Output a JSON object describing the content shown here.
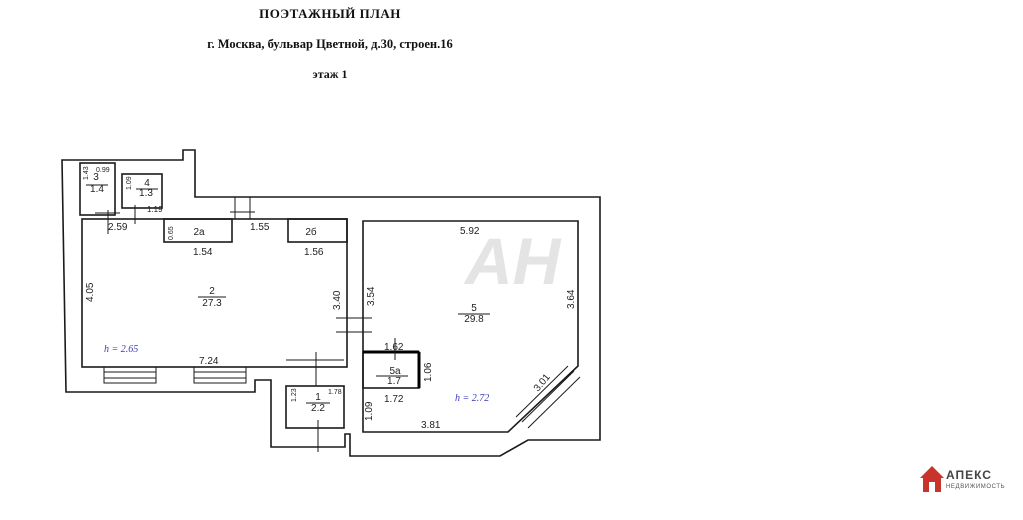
{
  "header": {
    "title": "ПОЭТАЖНЫЙ ПЛАН",
    "address": "г. Москва, бульвар Цветной, д.30, строен.16",
    "floor": "этаж 1"
  },
  "rooms": [
    {
      "id": "3",
      "area": "1.4"
    },
    {
      "id": "4",
      "area": "1.3"
    },
    {
      "id": "2а",
      "area": ""
    },
    {
      "id": "2б",
      "area": ""
    },
    {
      "id": "2",
      "area": "27.3"
    },
    {
      "id": "1",
      "area": "2.2"
    },
    {
      "id": "5",
      "area": "29.8"
    },
    {
      "id": "5а",
      "area": "1.7"
    }
  ],
  "dimensions": {
    "d_099": "0.99",
    "d_143": "1.43",
    "d_109": "1.09",
    "d_119": "1.19",
    "d_259": "2.59",
    "d_065": "0.65",
    "d_154": "1.54",
    "d_155": "1.55",
    "d_156": "1.56",
    "d_405": "4.05",
    "d_340": "3.40",
    "d_724": "7.24",
    "d_123": "1.23",
    "d_178": "1.78",
    "d_592": "5.92",
    "d_354": "3.54",
    "d_364": "3.64",
    "d_162": "1.62",
    "d_106": "1.06",
    "d_172": "1.72",
    "d_109b": "1.09",
    "d_381": "3.81",
    "d_301": "3.01"
  },
  "heights": {
    "left": "h = 2.65",
    "right": "h = 2.72"
  },
  "watermark": "AH",
  "logo": {
    "name": "АПЕКС",
    "subtitle": "НЕДВИЖИМОСТЬ"
  },
  "colors": {
    "walls": "#1a1a1a",
    "height_label": "#3a3ab8",
    "watermark": "#e4e4e4",
    "logo_red": "#c8342b"
  }
}
